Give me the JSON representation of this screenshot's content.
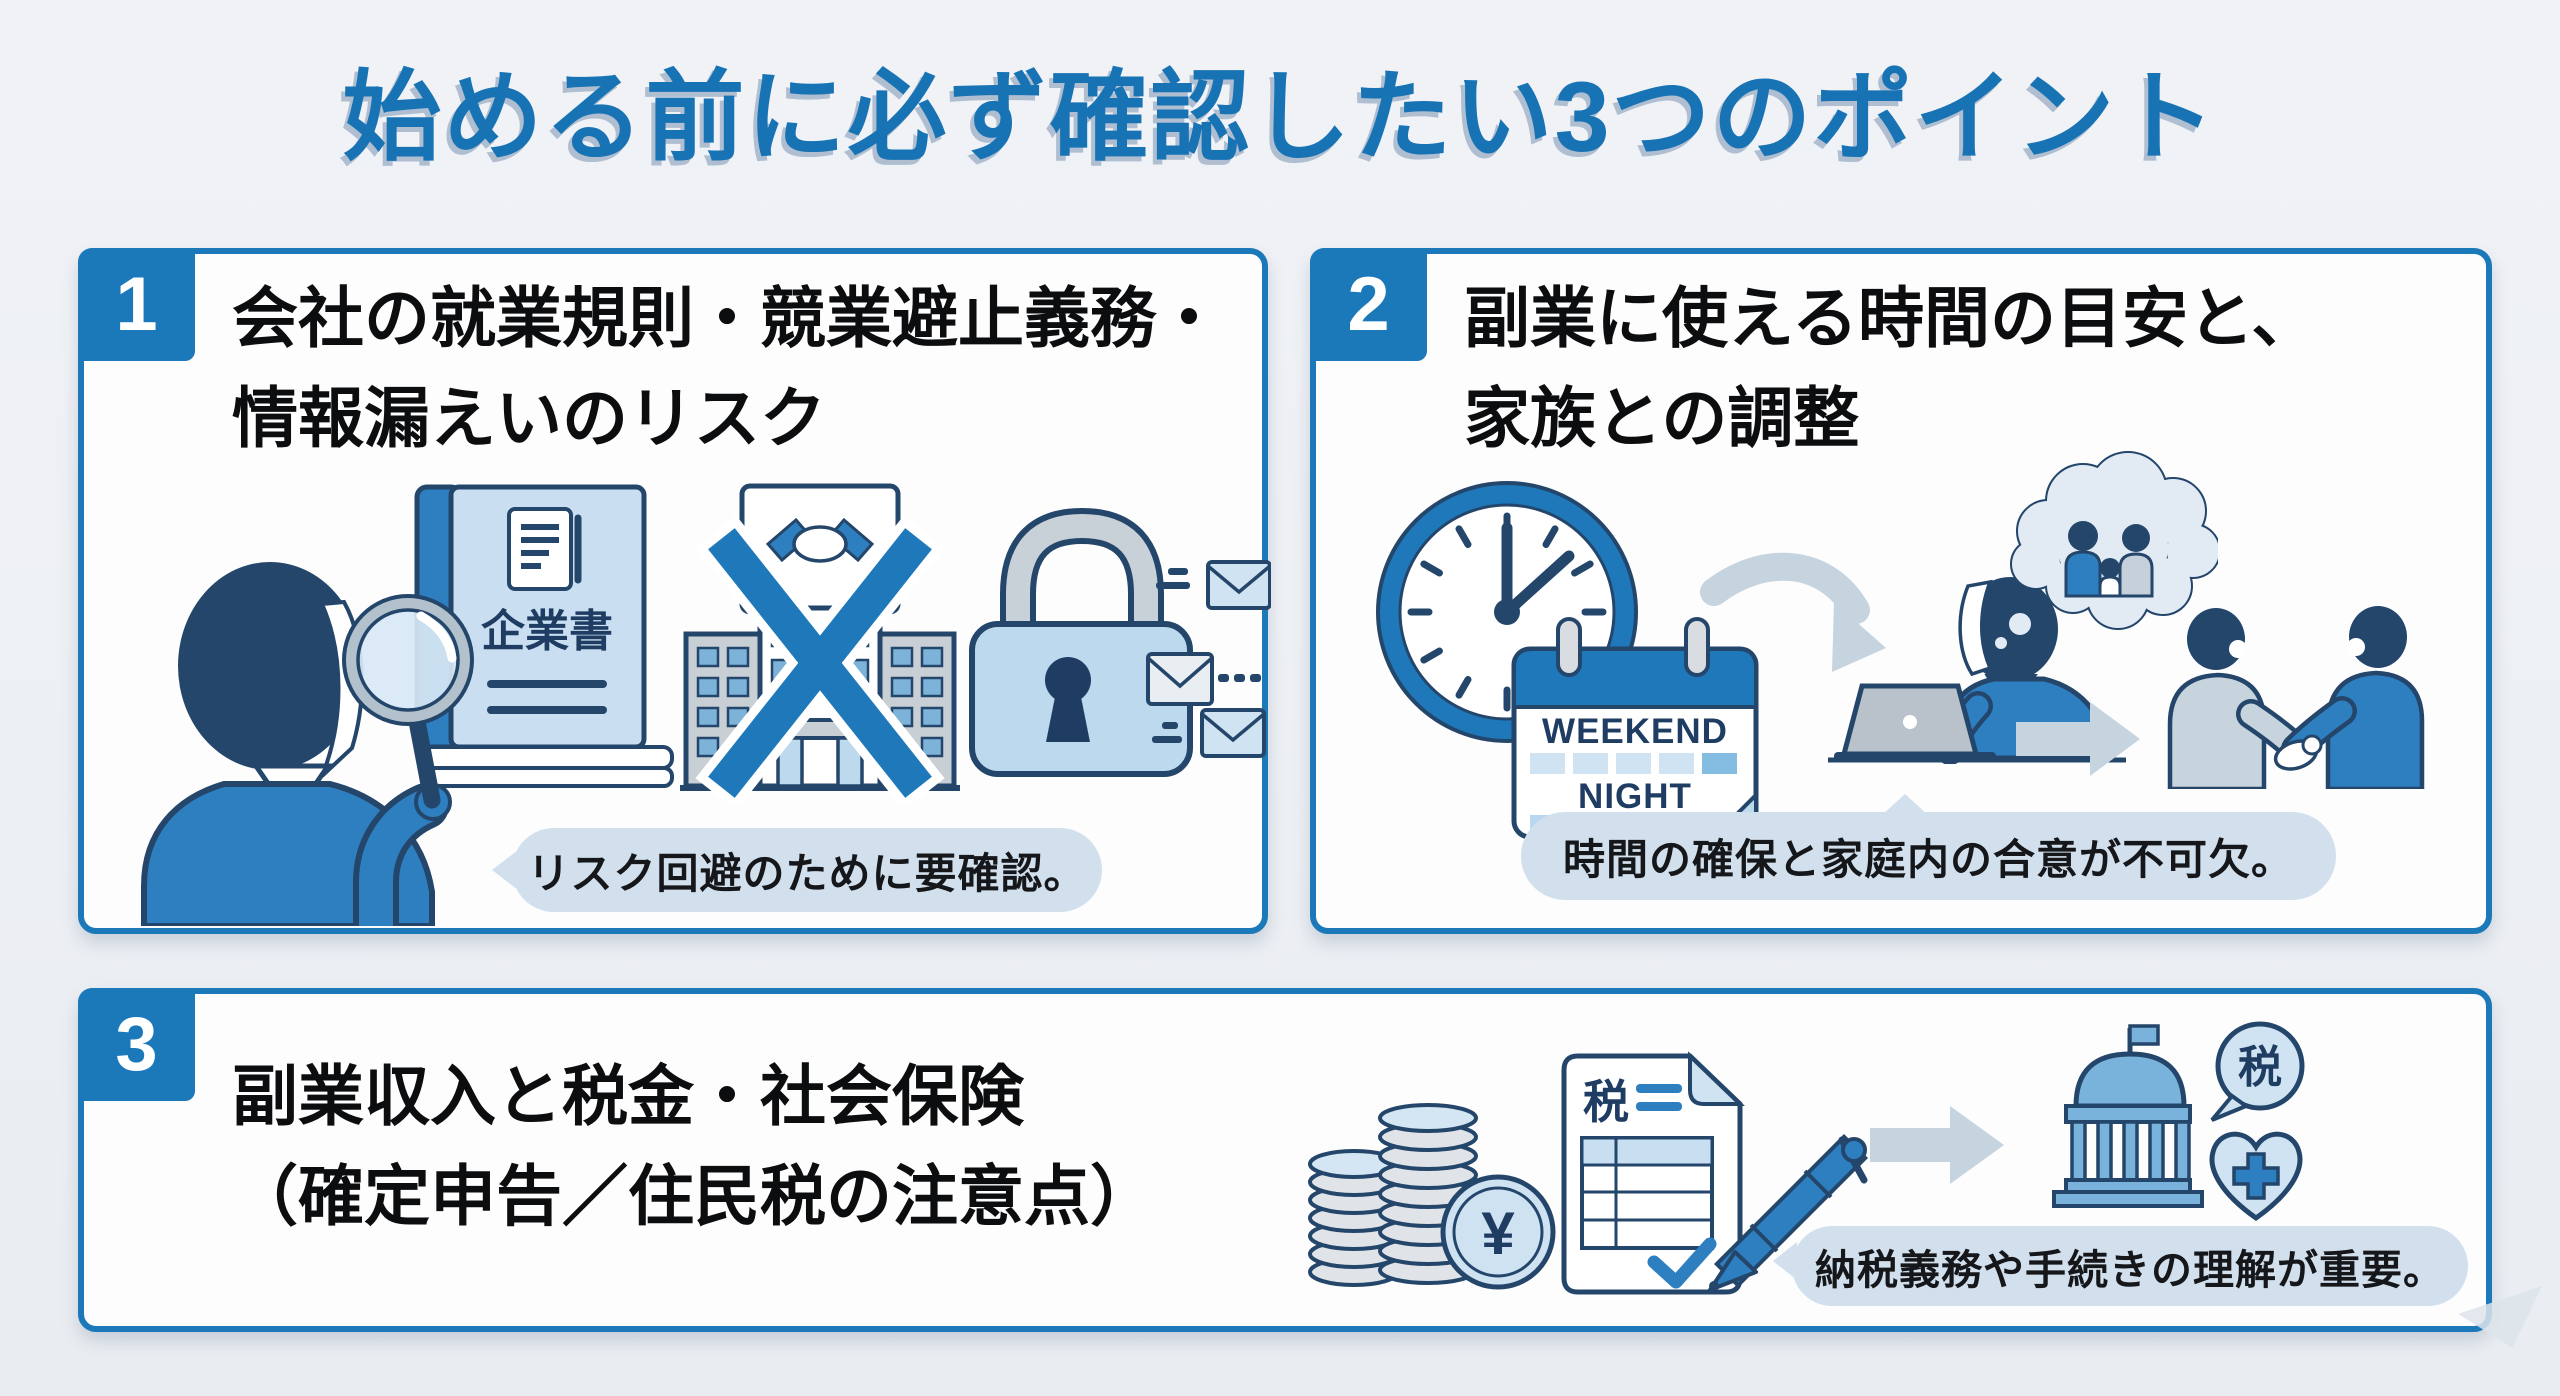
{
  "title": "始める前に必ず確認したい3つのポイント",
  "panels": [
    {
      "number": "1",
      "heading_line1": "会社の就業規則・競業避止義務・",
      "heading_line2": "情報漏えいのリスク",
      "bubble": "リスク回避のために要確認。",
      "book_label": "企業書"
    },
    {
      "number": "2",
      "heading_line1": "副業に使える時間の目安と、",
      "heading_line2": "家族との調整",
      "bubble": "時間の確保と家庭内の合意が不可欠。",
      "calendar_line1": "WEEKEND",
      "calendar_line2": "NIGHT"
    },
    {
      "number": "3",
      "heading_line1": "副業収入と税金・社会保険",
      "heading_line2": "（確定申告／住民税の注意点）",
      "bubble": "納税義務や手続きの理解が重要。",
      "doc_label": "税",
      "coin_symbol": "¥",
      "tax_bubble_label": "税"
    }
  ],
  "colors": {
    "primary_blue": "#1b79ba",
    "title_blue": "#1873b5",
    "navy_outline": "#24466b",
    "mid_blue_fill": "#2e7fc0",
    "light_blue_fill": "#c9def0",
    "pale_blue_fill": "#e2ebf4",
    "bubble_bg": "#d2e0ed",
    "gray_fill": "#c7ced4",
    "page_bg": "#edf0f4",
    "panel_bg": "#fdfdfe",
    "heading_text": "#0c0d0f"
  }
}
